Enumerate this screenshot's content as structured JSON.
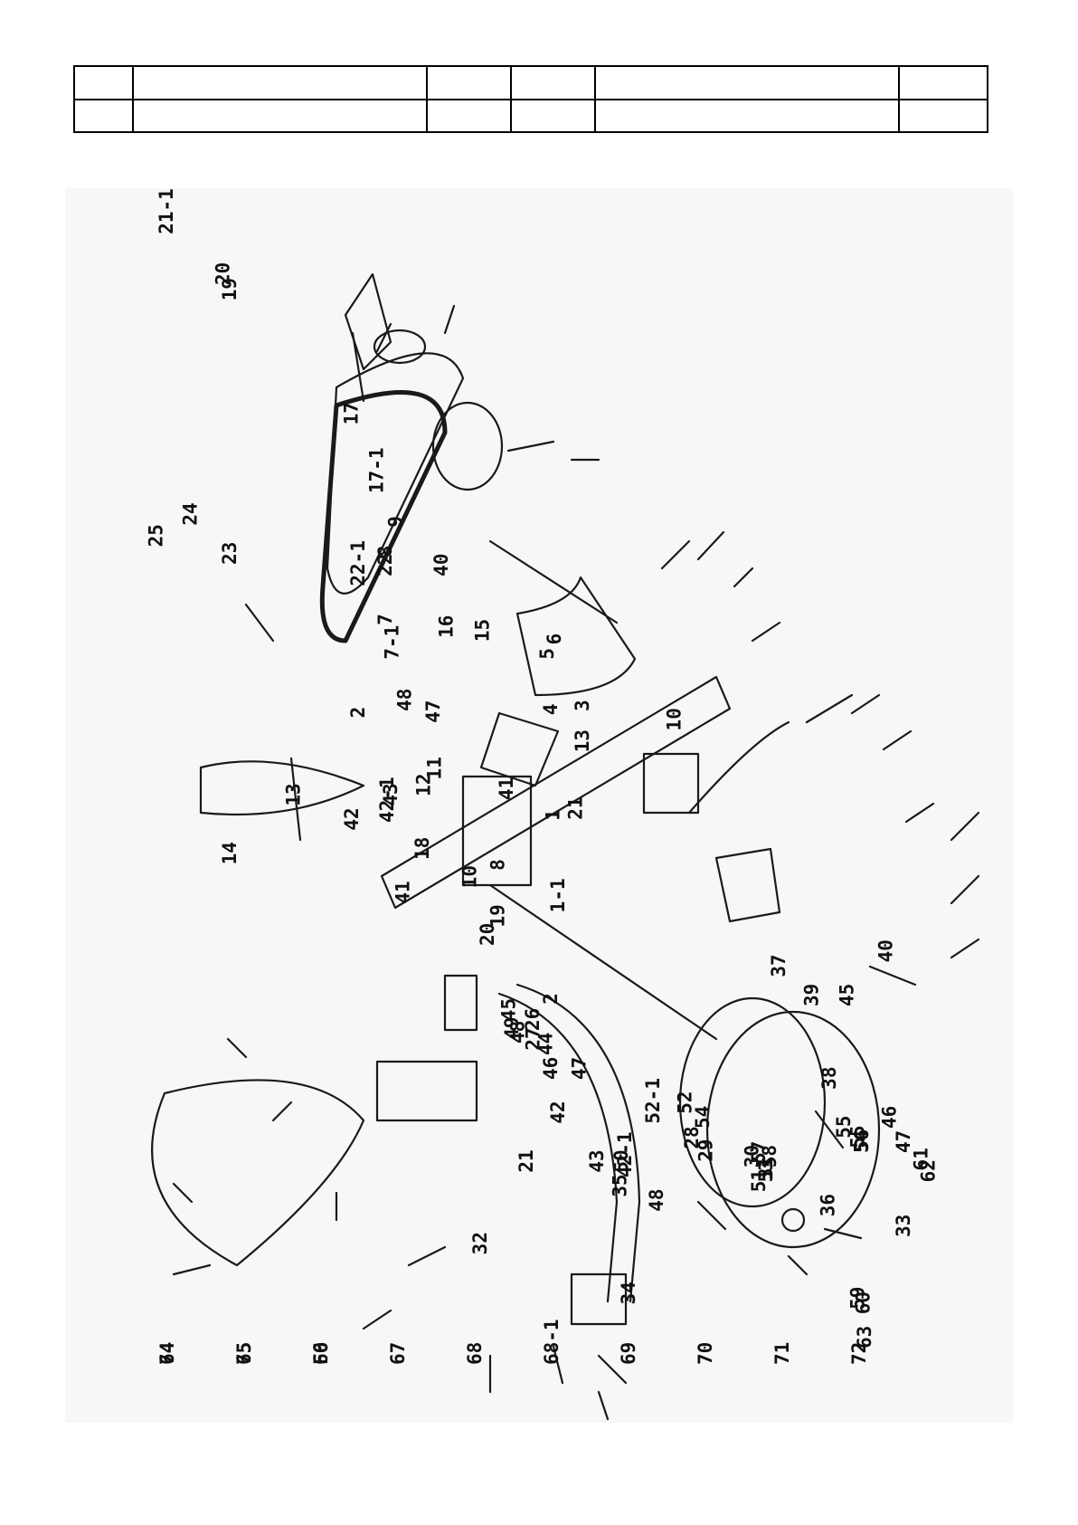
{
  "header_table": {
    "rows": [
      [
        "",
        "",
        "",
        "",
        "",
        ""
      ],
      [
        "",
        "",
        "",
        "",
        "",
        ""
      ]
    ]
  },
  "diagram": {
    "part_numbers": [
      "1",
      "1-1",
      "2",
      "2",
      "3",
      "4",
      "5",
      "6",
      "7",
      "7-1",
      "8",
      "8",
      "9",
      "10",
      "10",
      "11",
      "12",
      "13",
      "13",
      "14",
      "15",
      "16",
      "17",
      "17-1",
      "18",
      "19",
      "19",
      "20",
      "20",
      "21",
      "21",
      "21-1",
      "22",
      "22-1",
      "23",
      "24",
      "25",
      "26",
      "27",
      "28",
      "29",
      "30",
      "31",
      "32",
      "33",
      "34",
      "35",
      "36",
      "37",
      "38",
      "39",
      "40",
      "40",
      "41",
      "41",
      "42",
      "42",
      "42-1",
      "42-1",
      "43",
      "43",
      "44",
      "45",
      "45",
      "46",
      "46",
      "47",
      "47",
      "47",
      "48",
      "48",
      "48",
      "49",
      "50",
      "51",
      "52",
      "52-1",
      "53",
      "54",
      "54",
      "55",
      "55",
      "56",
      "57",
      "58",
      "59",
      "60",
      "61",
      "62",
      "63",
      "64",
      "65",
      "66",
      "67",
      "68",
      "68-1",
      "69",
      "70",
      "71",
      "72",
      "74",
      "75",
      "F0"
    ]
  }
}
